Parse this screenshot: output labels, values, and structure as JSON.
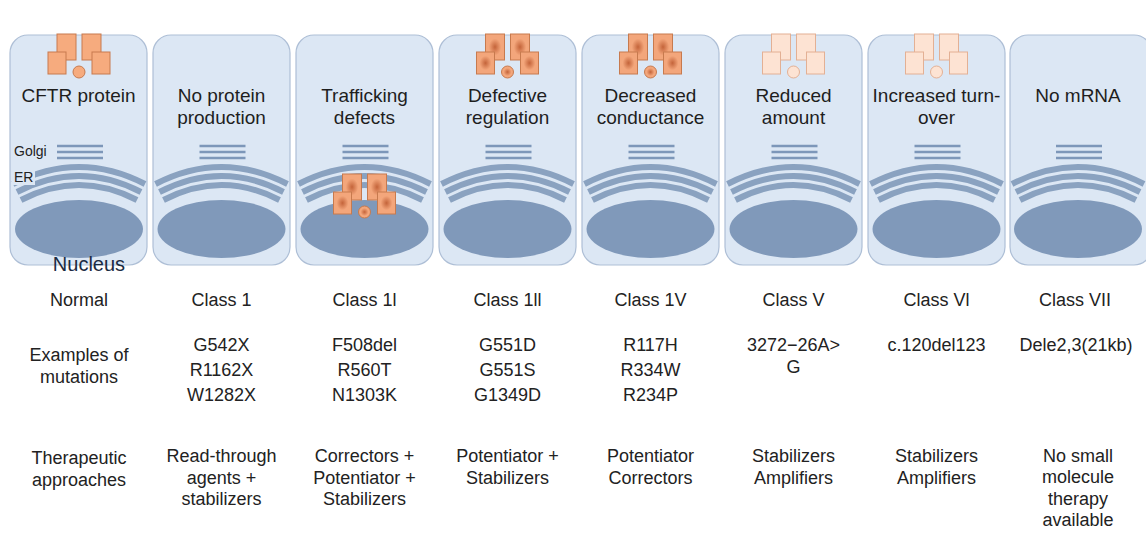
{
  "diagram": {
    "nodes": [
      {
        "text": [
          "CFTR protein"
        ]
      },
      {
        "text": [
          "Nucleus"
        ],
        "in": 0
      },
      {
        "text": [
          "No protein production"
        ]
      },
      {
        "text": [
          "Trafficking defects"
        ]
      },
      {
        "text": [
          "Defective regulation"
        ]
      },
      {
        "text": [
          "Decreased conductance"
        ]
      },
      {
        "text": [
          "Reduced amount"
        ]
      },
      {
        "text": [
          "Increased turn-over"
        ]
      },
      {
        "text": [
          "No mRNA"
        ]
      }
    ],
    "labels": [
      "Golgi",
      "ER",
      "Normal",
      "Class 1",
      "Class 1l",
      "Class 1ll",
      "Class 1V",
      "Class V",
      "Class Vl",
      "Class VII",
      "Examples of mutations",
      "G542X",
      "R1162X",
      "W1282X",
      "F508del",
      "R560T",
      "N1303K",
      "G551D",
      "G551S",
      "G1349D",
      "R117H",
      "R334W",
      "R234P",
      "3272−26A> G",
      "c.120del123",
      "Dele2,3(21kb)",
      "Therapeutic approaches",
      "Read-through agents + stabilizers",
      "Correctors + Potentiator + Stabilizers",
      "Potentiator + Stabilizers",
      "Potentiator Correctors",
      "Stabilizers Amplifiers",
      "Stabilizers Amplifiers",
      "No small molecule therapy available"
    ]
  }
}
